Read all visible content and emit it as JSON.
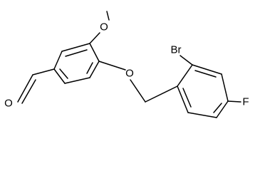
{
  "molecule": {
    "atoms": {
      "aldehyde_oxygen": "O",
      "methoxy_oxygen": "O",
      "ether_oxygen": "O",
      "bromine": "Br",
      "fluorine": "F"
    }
  }
}
